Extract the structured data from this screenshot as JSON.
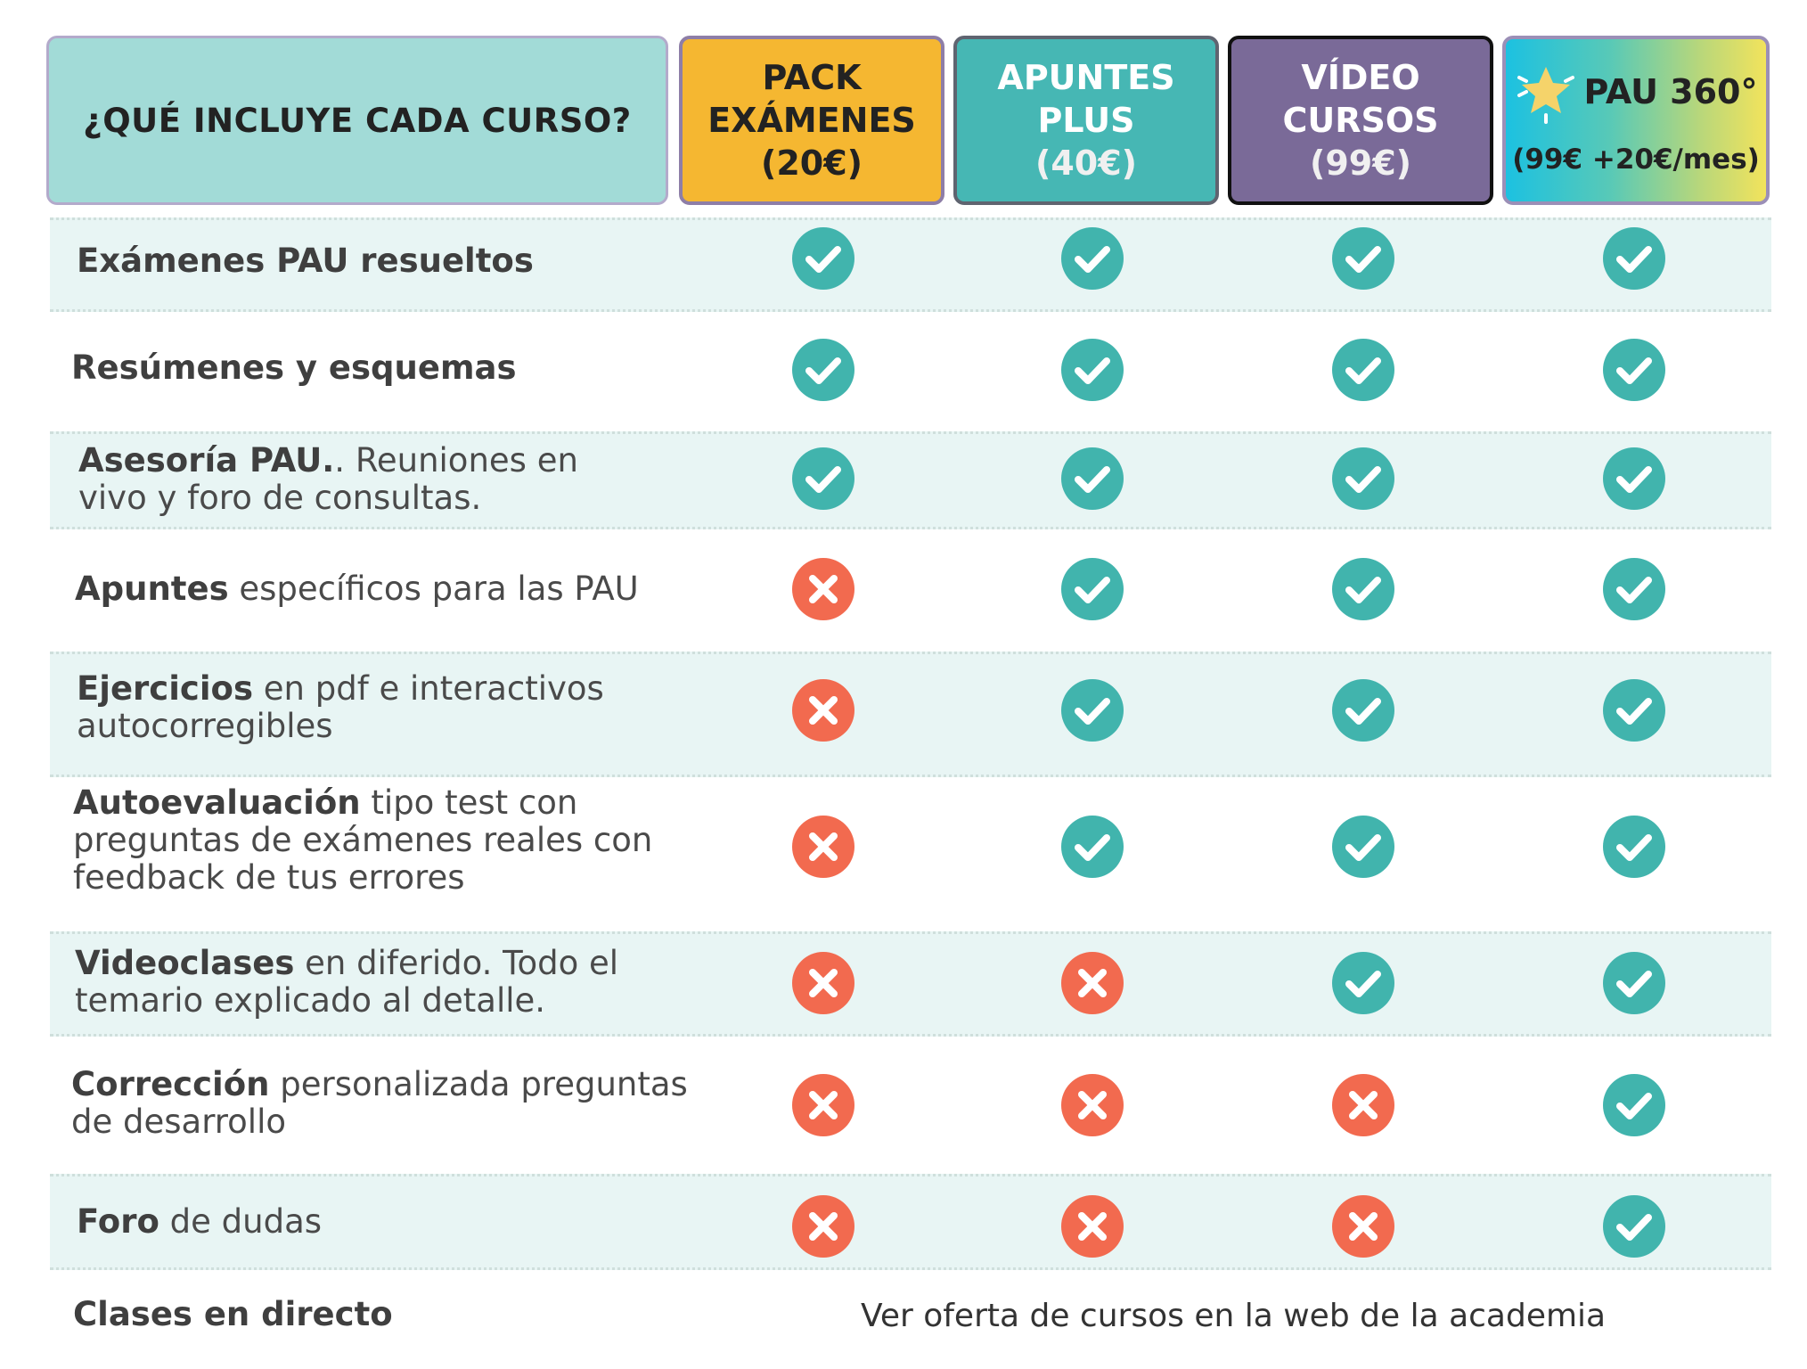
{
  "header": {
    "title": "¿QUÉ INCLUYE CADA CURSO?",
    "columns": [
      {
        "name_lines": [
          "PACK",
          "EXÁMENES"
        ],
        "price": "(20€)"
      },
      {
        "name_lines": [
          "APUNTES",
          "PLUS"
        ],
        "price": "(40€)"
      },
      {
        "name_lines": [
          "VÍDEO",
          "CURSOS"
        ],
        "price": "(99€)"
      },
      {
        "name_lines": [
          "PAU 360°"
        ],
        "price": "(99€ +20€/mes)"
      }
    ]
  },
  "rows": [
    {
      "bold": "Exámenes PAU resueltos",
      "rest": "",
      "marks": [
        "check",
        "check",
        "check",
        "check"
      ]
    },
    {
      "bold": "Resúmenes y esquemas",
      "rest": "",
      "marks": [
        "check",
        "check",
        "check",
        "check"
      ]
    },
    {
      "bold": "Asesoría PAU.",
      "rest": ". Reuniones en vivo y foro de consultas.",
      "marks": [
        "check",
        "check",
        "check",
        "check"
      ]
    },
    {
      "bold": "Apuntes",
      "rest": " específicos para las PAU",
      "marks": [
        "cross",
        "check",
        "check",
        "check"
      ]
    },
    {
      "bold": "Ejercicios",
      "rest": " en pdf e interactivos autocorregibles",
      "marks": [
        "cross",
        "check",
        "check",
        "check"
      ]
    },
    {
      "bold": "Autoevaluación",
      "rest": " tipo test con preguntas de exámenes reales con feedback de tus errores",
      "marks": [
        "cross",
        "check",
        "check",
        "check"
      ]
    },
    {
      "bold": "Videoclases",
      "rest": " en diferido. Todo el temario explicado al detalle.",
      "marks": [
        "cross",
        "cross",
        "check",
        "check"
      ]
    },
    {
      "bold": "Corrección",
      "rest": " personalizada preguntas de desarrollo",
      "marks": [
        "cross",
        "cross",
        "cross",
        "check"
      ]
    },
    {
      "bold": "Foro",
      "rest": " de dudas",
      "marks": [
        "cross",
        "cross",
        "cross",
        "check"
      ]
    },
    {
      "bold": "Clases en directo",
      "rest": "",
      "marks": []
    }
  ],
  "footer_note": "Ver oferta de cursos en la web de la academia",
  "colors": {
    "check": "#41b4ad",
    "cross": "#f26a4f",
    "shade": "#e8f5f4"
  }
}
